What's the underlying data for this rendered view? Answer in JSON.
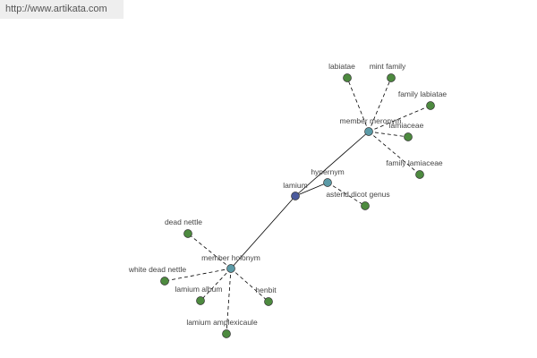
{
  "header": {
    "url": "http://www.artikata.com"
  },
  "colors": {
    "center_node": "#4a5a9c",
    "relation_node": "#5b9aa6",
    "leaf_node": "#4d8a3f",
    "edge": "#000000"
  },
  "graph": {
    "center": {
      "id": "lamium",
      "label": "lamium"
    },
    "relations": [
      {
        "id": "member_meronym",
        "label": "member meronym"
      },
      {
        "id": "hypernym",
        "label": "hypernym"
      },
      {
        "id": "member_holonym",
        "label": "member holonym"
      }
    ],
    "leaves": [
      {
        "id": "labiatae",
        "label": "labiatae",
        "parent": "member_meronym"
      },
      {
        "id": "mint_family",
        "label": "mint family",
        "parent": "member_meronym"
      },
      {
        "id": "family_labiatae",
        "label": "family labiatae",
        "parent": "member_meronym"
      },
      {
        "id": "lamiaceae",
        "label": "lamiaceae",
        "parent": "member_meronym"
      },
      {
        "id": "family_lamiaceae",
        "label": "family lamiaceae",
        "parent": "member_meronym"
      },
      {
        "id": "asterid_dicot_genus",
        "label": "asterid dicot genus",
        "parent": "hypernym"
      },
      {
        "id": "dead_nettle",
        "label": "dead nettle",
        "parent": "member_holonym"
      },
      {
        "id": "white_dead_nettle",
        "label": "white dead nettle",
        "parent": "member_holonym"
      },
      {
        "id": "lamium_album",
        "label": "lamium album",
        "parent": "member_holonym"
      },
      {
        "id": "henbit",
        "label": "henbit",
        "parent": "member_holonym"
      },
      {
        "id": "lamium_amplexicaule",
        "label": "lamium amplexicaule",
        "parent": "member_holonym"
      }
    ]
  }
}
